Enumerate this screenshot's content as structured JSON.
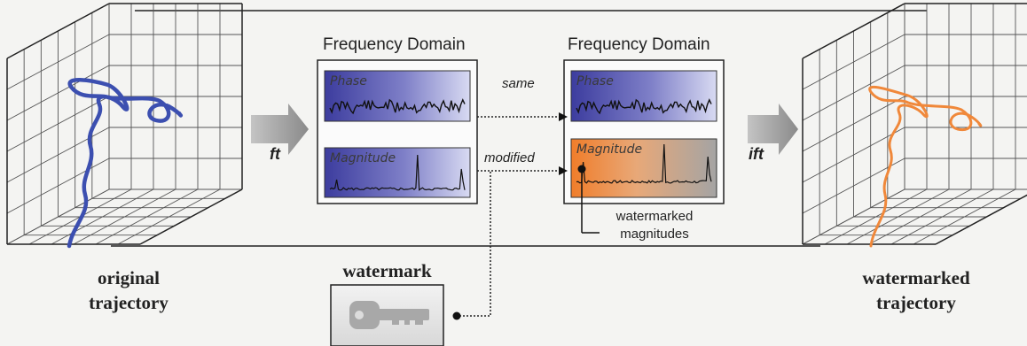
{
  "diagram": {
    "left_caption": {
      "line1": "original",
      "line2": "trajectory"
    },
    "right_caption": {
      "line1": "watermarked",
      "line2": "trajectory"
    },
    "op_forward": "ft",
    "op_inverse": "ift",
    "fd_left": {
      "title": "Frequency Domain",
      "phase_label": "Phase",
      "magnitude_label": "Magnitude"
    },
    "fd_right": {
      "title": "Frequency Domain",
      "phase_label": "Phase",
      "magnitude_label": "Magnitude"
    },
    "edge_same": "same",
    "edge_modified": "modified",
    "watermarked_note": {
      "line1": "watermarked",
      "line2": "magnitudes"
    },
    "watermark_title": "watermark",
    "colors": {
      "original_curve": "#3c4fb0",
      "watermarked_curve": "#f0883a",
      "panel_blue_dark": "#3e3ea0",
      "panel_blue_light": "#d4d6f0",
      "panel_orange": "#f08c3a",
      "panel_grey": "#a8a8a8",
      "arrow_grey": "#9a9a9a"
    },
    "icons": [
      "key-icon",
      "arrow-right-icon",
      "dot-connector-icon"
    ]
  }
}
